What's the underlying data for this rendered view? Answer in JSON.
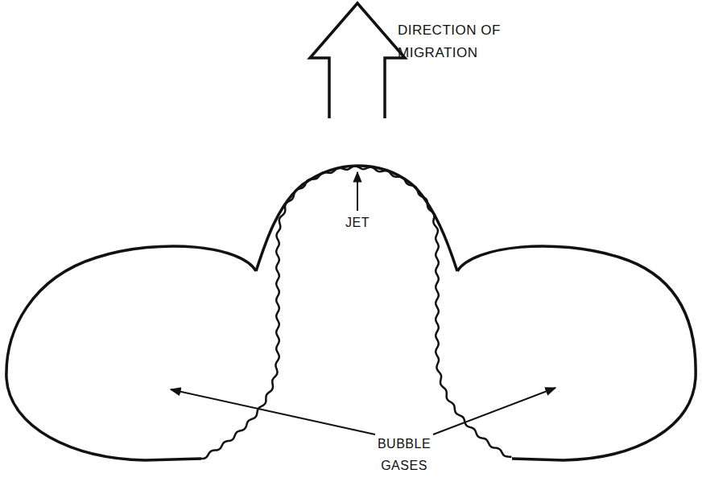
{
  "diagram": {
    "labels": [
      "DIRECTION OF MIGRATION",
      "JET",
      "BUBBLE GASES"
    ]
  }
}
